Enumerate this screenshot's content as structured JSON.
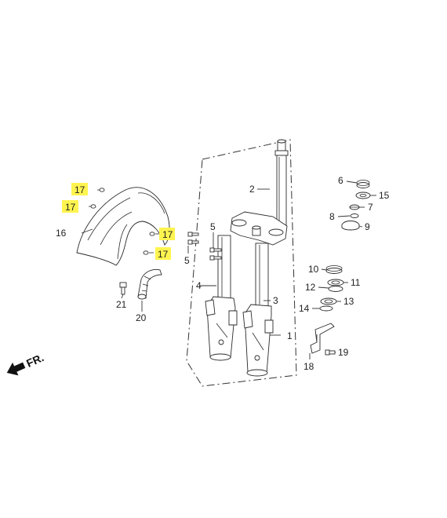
{
  "callouts": {
    "c1": "1",
    "c2": "2",
    "c3": "3",
    "c4": "4",
    "c5a": "5",
    "c5b": "5",
    "c6": "6",
    "c7": "7",
    "c8": "8",
    "c9": "9",
    "c10": "10",
    "c11": "11",
    "c12": "12",
    "c13": "13",
    "c14": "14",
    "c15": "15",
    "c16": "16",
    "c17a": "17",
    "c17b": "17",
    "c17c": "17",
    "c17d": "17",
    "c18": "18",
    "c19": "19",
    "c20": "20",
    "c21": "21"
  },
  "direction_label": "FR.",
  "highlight_color": "#fff44f"
}
